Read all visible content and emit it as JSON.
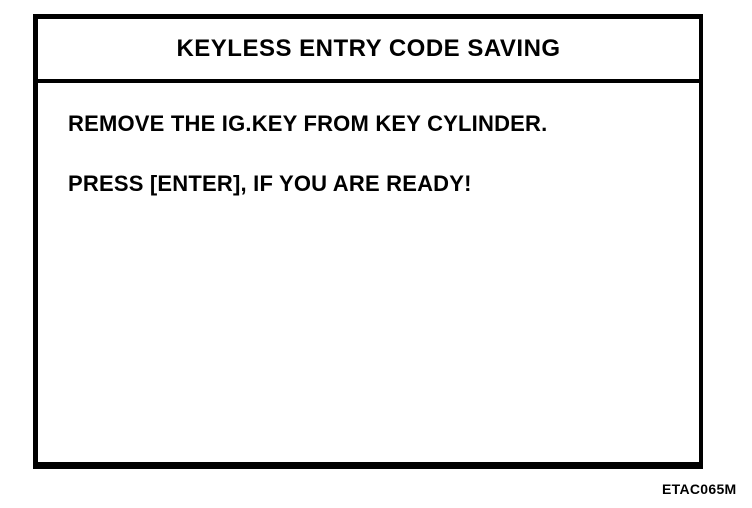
{
  "screen": {
    "title": "KEYLESS ENTRY CODE SAVING",
    "instructions": [
      "REMOVE THE IG.KEY FROM KEY CYLINDER.",
      "PRESS [ENTER], IF YOU ARE READY!"
    ]
  },
  "figure": {
    "caption": "ETAC065M"
  },
  "colors": {
    "ink": "#000000",
    "paper": "#ffffff"
  }
}
